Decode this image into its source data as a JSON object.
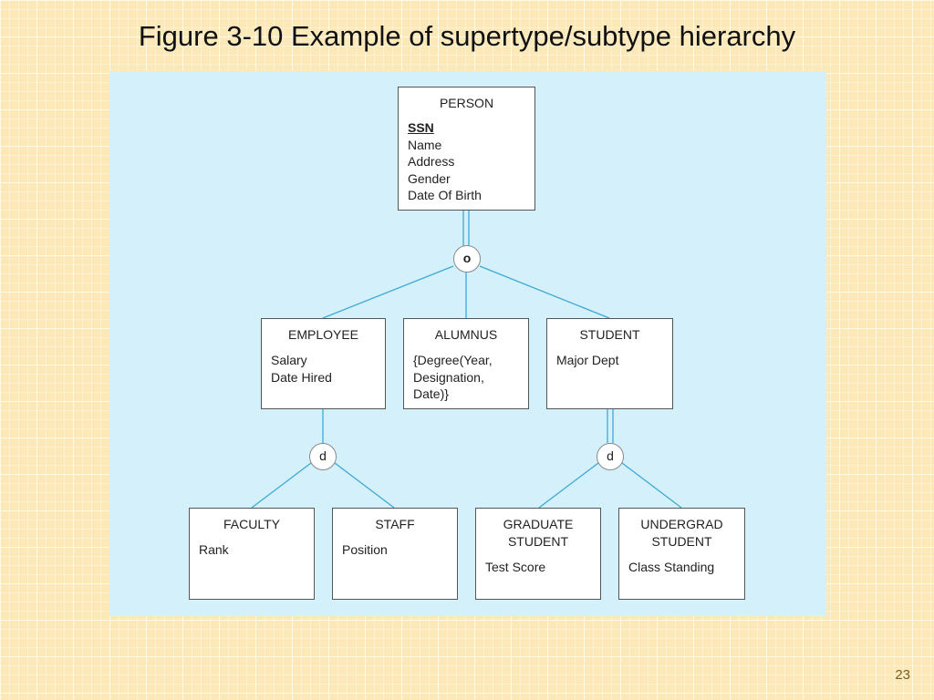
{
  "title": "Figure 3-10 Example of supertype/subtype hierarchy",
  "page_number": "23",
  "colors": {
    "background": "#fde9b8",
    "panel": "#d4f0fb",
    "connector": "#3ea9d6",
    "box_border": "#555555"
  },
  "entities": {
    "person": {
      "name": "PERSON",
      "attributes": [
        {
          "text": "SSN",
          "key": true
        },
        {
          "text": "Name"
        },
        {
          "text": "Address"
        },
        {
          "text": "Gender"
        },
        {
          "text": "Date Of Birth"
        }
      ]
    },
    "employee": {
      "name": "EMPLOYEE",
      "attributes": [
        {
          "text": "Salary"
        },
        {
          "text": "Date Hired"
        }
      ]
    },
    "alumnus": {
      "name": "ALUMNUS",
      "attributes": [
        {
          "text": "{Degree(Year,"
        },
        {
          "text": "Designation,"
        },
        {
          "text": "Date)}"
        }
      ]
    },
    "student": {
      "name": "STUDENT",
      "attributes": [
        {
          "text": "Major Dept"
        }
      ]
    },
    "faculty": {
      "name": "FACULTY",
      "attributes": [
        {
          "text": "Rank"
        }
      ]
    },
    "staff": {
      "name": "STAFF",
      "attributes": [
        {
          "text": "Position"
        }
      ]
    },
    "graduate_student": {
      "name_lines": [
        "GRADUATE",
        "STUDENT"
      ],
      "attributes": [
        {
          "text": "Test Score"
        }
      ]
    },
    "undergrad_student": {
      "name_lines": [
        "UNDERGRAD",
        "STUDENT"
      ],
      "attributes": [
        {
          "text": "Class Standing"
        }
      ]
    }
  },
  "symbols": {
    "person_overlap": "o",
    "employee_disjoint": "d",
    "student_disjoint": "d"
  }
}
